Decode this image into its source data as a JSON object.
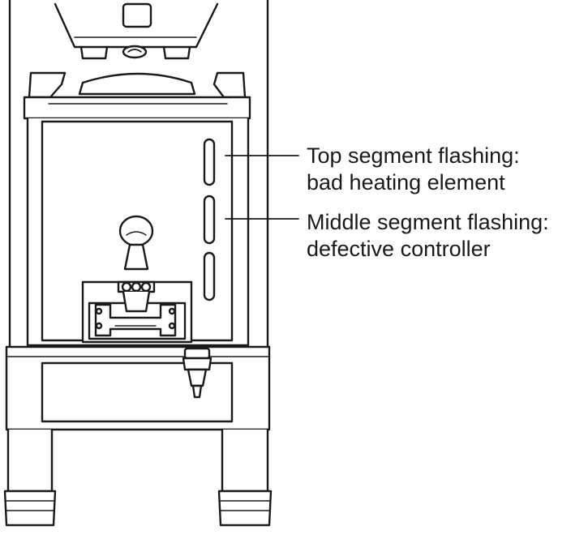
{
  "callouts": {
    "top_segment": {
      "line1": "Top segment flashing:",
      "line2": "bad heating element"
    },
    "middle_segment": {
      "line1": "Middle segment flashing:",
      "line2": "defective controller"
    }
  },
  "colors": {
    "stroke": "#1a1a1a",
    "fill": "#ffffff",
    "shade": "#d8d8d8"
  },
  "indicator": {
    "segments": [
      "top",
      "middle",
      "bottom"
    ]
  }
}
